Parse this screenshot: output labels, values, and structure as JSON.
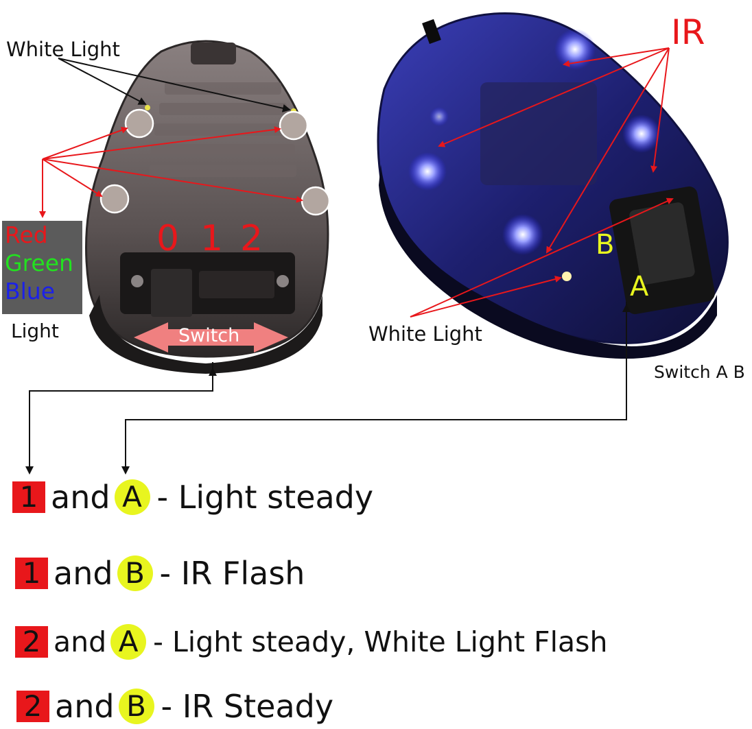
{
  "annotations": {
    "white_light_left": "White Light",
    "rgb_light_caption": "Light",
    "switch_left": "Switch",
    "positions_numbers": [
      "0",
      "1",
      "2"
    ],
    "ir_label": "IR",
    "position_b": "B",
    "position_a": "A",
    "white_light_right": "White Light",
    "switch_ab": "Switch A B"
  },
  "color_swatch": {
    "items": [
      {
        "label": "Red",
        "color": "#e8171b"
      },
      {
        "label": "Green",
        "color": "#22e21f"
      },
      {
        "label": "Blue",
        "color": "#1b21e8"
      }
    ]
  },
  "colors": {
    "arrow_red": "#e8171b",
    "number_highlight": "#e8171b",
    "letter_highlight": "#e8f51f",
    "led_blue": "#3d3dff"
  },
  "modes": [
    {
      "switch": "1",
      "connector": "and",
      "position": "A",
      "description": "- Light steady"
    },
    {
      "switch": "1",
      "connector": "and",
      "position": "B",
      "description": "- IR Flash"
    },
    {
      "switch": "2",
      "connector": "and",
      "position": "A",
      "description": "- Light steady, White Light  Flash"
    },
    {
      "switch": "2",
      "connector": "and",
      "position": "B",
      "description": "- IR Steady"
    }
  ]
}
